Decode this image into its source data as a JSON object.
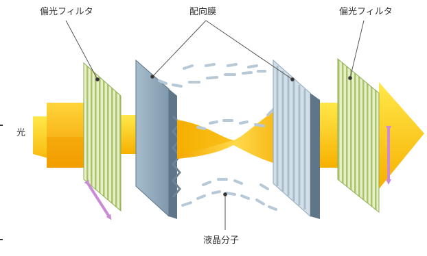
{
  "labels": {
    "polarizer_left": "偏光フィルタ",
    "alignment_film": "配向膜",
    "polarizer_right": "偏光フィルタ",
    "light": "光",
    "liquid_crystal": "液晶分子"
  },
  "colors": {
    "beam_light": "#FFE84A",
    "beam_dark": "#F2A800",
    "beam_mid": "#FFC926",
    "filter_green": "#A9C46A",
    "filter_bg": "#E6EFC8",
    "plate_blue": "#8FA8BA",
    "plate_edge": "#5F7689",
    "molecule": "#B7C9D6",
    "polarization_arrow": "#C98AD6",
    "leader_line": "#555555"
  }
}
